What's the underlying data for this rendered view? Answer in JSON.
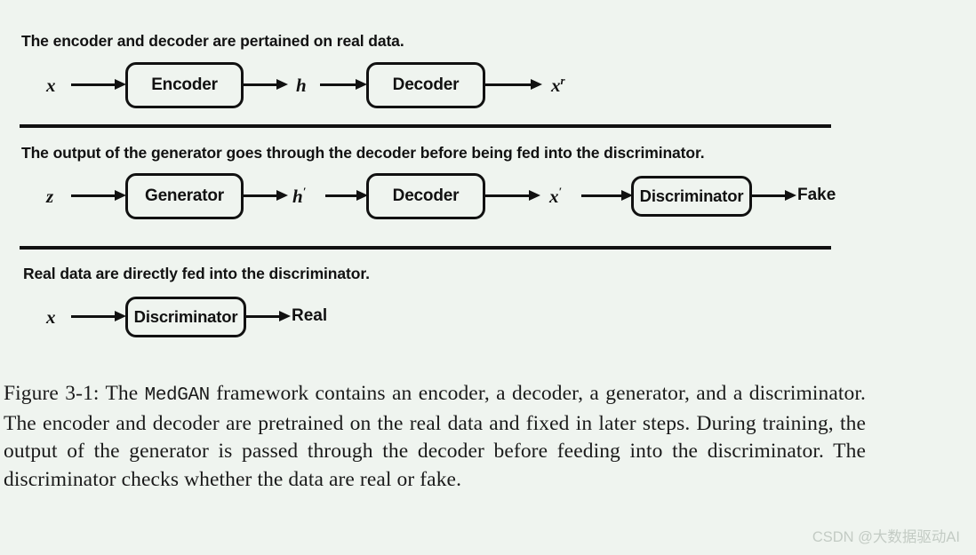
{
  "figure": {
    "background_color": "#eff4ef",
    "ink_color": "#111111",
    "watermark": "CSDN @大数据驱动AI",
    "caption": {
      "prefix": "Figure 3-1: The ",
      "mono_term": "MedGAN",
      "rest": " framework contains an encoder, a decoder, a generator, and a discriminator. The encoder and decoder are pretrained on the real data and fixed in later steps. During training, the output of the generator is passed through the decoder before feeding into the discriminator. The discriminator checks whether the data are real or fake."
    },
    "rows": [
      {
        "id": "pretrain-row",
        "caption": "The encoder and decoder are pertained on real data.",
        "input_label": "x",
        "input_sup": "",
        "boxes": [
          {
            "label": "Encoder"
          },
          {
            "label": "Decoder"
          }
        ],
        "mid_label": "h",
        "mid_sup": "",
        "output_label": "x",
        "output_sup": "r",
        "terminal": ""
      },
      {
        "id": "generator-row",
        "caption": "The output of the generator goes through the decoder before being fed into the discriminator.",
        "input_label": "z",
        "input_sup": "",
        "boxes": [
          {
            "label": "Generator"
          },
          {
            "label": "Decoder"
          },
          {
            "label": "Discriminator"
          }
        ],
        "mid_label": "h",
        "mid_sup": "′",
        "output_label": "x",
        "output_sup": "′",
        "terminal": "Fake"
      },
      {
        "id": "realdata-row",
        "caption": "Real data are directly fed into the discriminator.",
        "input_label": "x",
        "input_sup": "",
        "boxes": [
          {
            "label": "Discriminator"
          }
        ],
        "mid_label": "",
        "mid_sup": "",
        "output_label": "",
        "output_sup": "",
        "terminal": "Real"
      }
    ]
  }
}
